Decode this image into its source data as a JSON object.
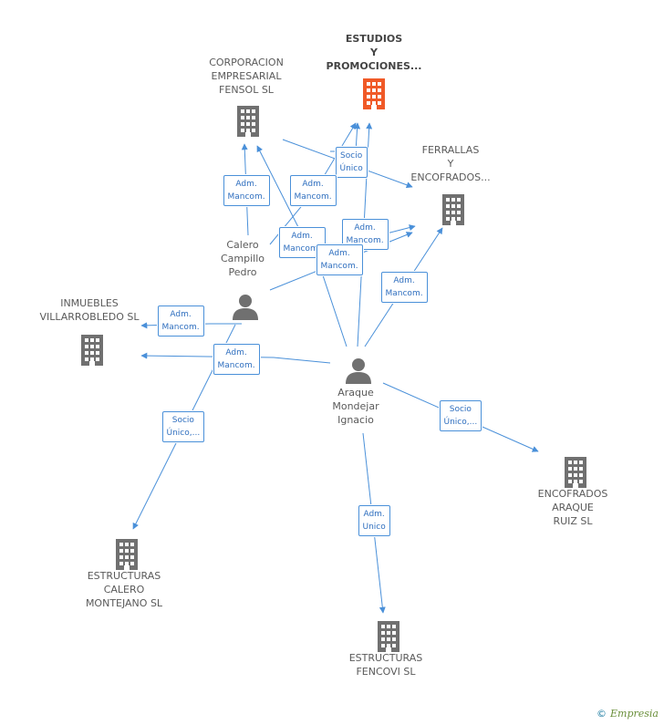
{
  "colors": {
    "edge": "#4a90d9",
    "company": "#707070",
    "main_company": "#f05a28",
    "person": "#707070"
  },
  "nodes": [
    {
      "id": "estudios",
      "type": "company",
      "main": true,
      "label": "ESTUDIOS\nY\nPROMOCIONES..."
    },
    {
      "id": "corporacion",
      "type": "company",
      "label": "CORPORACION\nEMPRESARIAL\nFENSOL SL"
    },
    {
      "id": "ferrallas",
      "type": "company",
      "label": "FERRALLAS\nY\nENCOFRADOS..."
    },
    {
      "id": "calero",
      "type": "person",
      "label": "Calero\nCampillo\nPedro"
    },
    {
      "id": "inmuebles",
      "type": "company",
      "label": "INMUEBLES\nVILLARROBLEDO SL"
    },
    {
      "id": "araque",
      "type": "person",
      "label": "Araque\nMondejar\nIgnacio"
    },
    {
      "id": "encofrados",
      "type": "company",
      "label": "ENCOFRADOS\nARAQUE\nRUIZ SL"
    },
    {
      "id": "estructuras_calero",
      "type": "company",
      "label": "ESTRUCTURAS\nCALERO\nMONTEJANO SL"
    },
    {
      "id": "fencovi",
      "type": "company",
      "label": "ESTRUCTURAS\nFENCOVI SL"
    }
  ],
  "edge_labels": [
    "Socio\nÚnico",
    "Adm.\nMancom.",
    "Adm.\nMancom.",
    "Adm.\nMancom.",
    "Adm.\nMancom.",
    "Adm.\nMancom.",
    "Adm.\nMancom.",
    "Adm.\nMancom.",
    "Adm.\nMancom.",
    "Socio\nÚnico,...",
    "Socio\nÚnico,...",
    "Adm.\nUnico"
  ],
  "brand": {
    "copyright": "©",
    "name": "Empresia"
  }
}
